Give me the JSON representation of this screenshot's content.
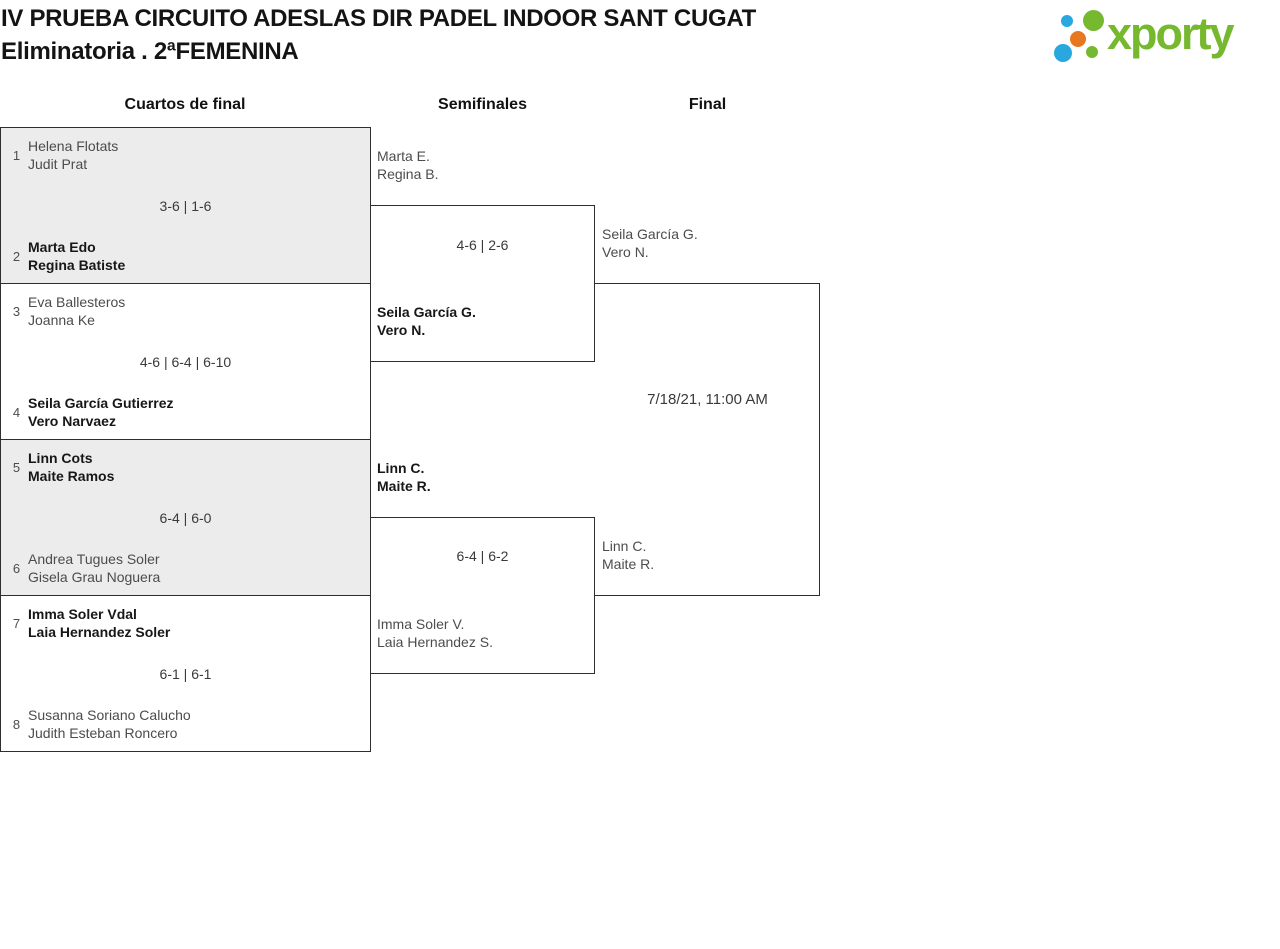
{
  "header": {
    "title_line1": "IV PRUEBA CIRCUITO ADESLAS DIR PADEL INDOOR SANT CUGAT",
    "title_line2": "Eliminatoria . 2ªFEMENINA",
    "logo_text": "xporty"
  },
  "colors": {
    "logo_green": "#76b82e",
    "logo_blue": "#29a8e0",
    "logo_orange": "#e8781f",
    "box_shade": "#ececec",
    "border": "#2e2e2e"
  },
  "round_headers": [
    "Cuartos de final",
    "Semifinales",
    "Final"
  ],
  "quarterfinals": [
    {
      "seed_top": "1",
      "top_line1": "Helena Flotats",
      "top_line2": "Judit Prat",
      "score": "3-6 | 1-6",
      "seed_bottom": "2",
      "bottom_line1": "Marta Edo",
      "bottom_line2": "Regina Batiste"
    },
    {
      "seed_top": "3",
      "top_line1": "Eva Ballesteros",
      "top_line2": "Joanna Ke",
      "score": "4-6 | 6-4 | 6-10",
      "seed_bottom": "4",
      "bottom_line1": "Seila García Gutierrez",
      "bottom_line2": "Vero Narvaez"
    },
    {
      "seed_top": "5",
      "top_line1": "Linn Cots",
      "top_line2": "Maite Ramos",
      "score": "6-4 | 6-0",
      "seed_bottom": "6",
      "bottom_line1": "Andrea Tugues Soler",
      "bottom_line2": "Gisela Grau Noguera"
    },
    {
      "seed_top": "7",
      "top_line1": "Imma Soler Vdal",
      "top_line2": "Laia Hernandez Soler",
      "score": "6-1 | 6-1",
      "seed_bottom": "8",
      "bottom_line1": "Susanna Soriano Calucho",
      "bottom_line2": "Judith Esteban Roncero"
    }
  ],
  "semifinals": [
    {
      "top_line1": "Marta E.",
      "top_line2": "Regina B.",
      "score": "4-6 | 2-6",
      "bottom_line1": "Seila García G.",
      "bottom_line2": "Vero N."
    },
    {
      "top_line1": "Linn C.",
      "top_line2": "Maite R.",
      "score": "6-4 | 6-2",
      "bottom_line1": "Imma Soler V.",
      "bottom_line2": "Laia Hernandez S."
    }
  ],
  "final": {
    "top_line1": "Seila García G.",
    "top_line2": "Vero N.",
    "schedule": "7/18/21, 11:00 AM",
    "bottom_line1": "Linn C.",
    "bottom_line2": "Maite R."
  }
}
